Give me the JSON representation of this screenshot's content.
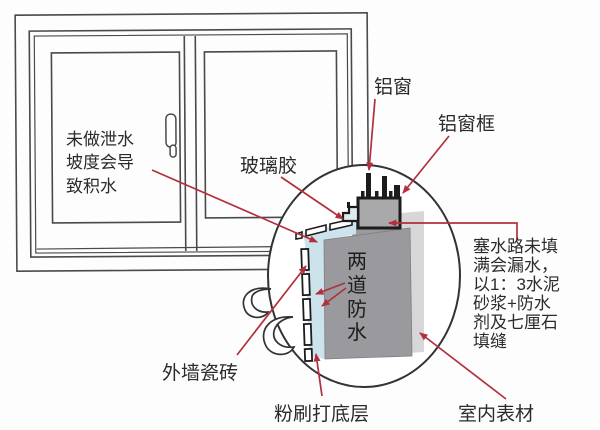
{
  "figure": {
    "type": "construction-detail-diagram",
    "subject": "aluminum-window-waterproofing-callout",
    "background": "#fdfdfd",
    "colors": {
      "outline": "#4a4a4a",
      "bubble_outline": "#333333",
      "arrow": "#b2303d",
      "text": "#2b2b2b",
      "wall_gray": "#9a9a9e",
      "interior_gray": "#d7d7d9",
      "waterproof_blue": "#cde3ec",
      "frame_gray": "#a9a9ab",
      "profile_black": "#1c1c1c"
    },
    "labels": {
      "aluminum_window": "铝窗",
      "aluminum_window_frame": "铝窗框",
      "glass_sealant": "玻璃胶",
      "drainage_note": {
        "lines": [
          "未做泄水",
          "坡度会导",
          "致积水"
        ]
      },
      "double_waterproofing": {
        "chars": [
          "两",
          "道",
          "防",
          "水"
        ]
      },
      "caulking_note": {
        "lines": [
          "塞水路未填",
          "满会漏水，",
          "以1：3水泥",
          "砂浆+防水",
          "剂及七厘石",
          "填缝"
        ]
      },
      "exterior_wall_tile": "外墙瓷砖",
      "plaster_base_coat": "粉刷打底层",
      "interior_finish": "室内表材"
    }
  }
}
